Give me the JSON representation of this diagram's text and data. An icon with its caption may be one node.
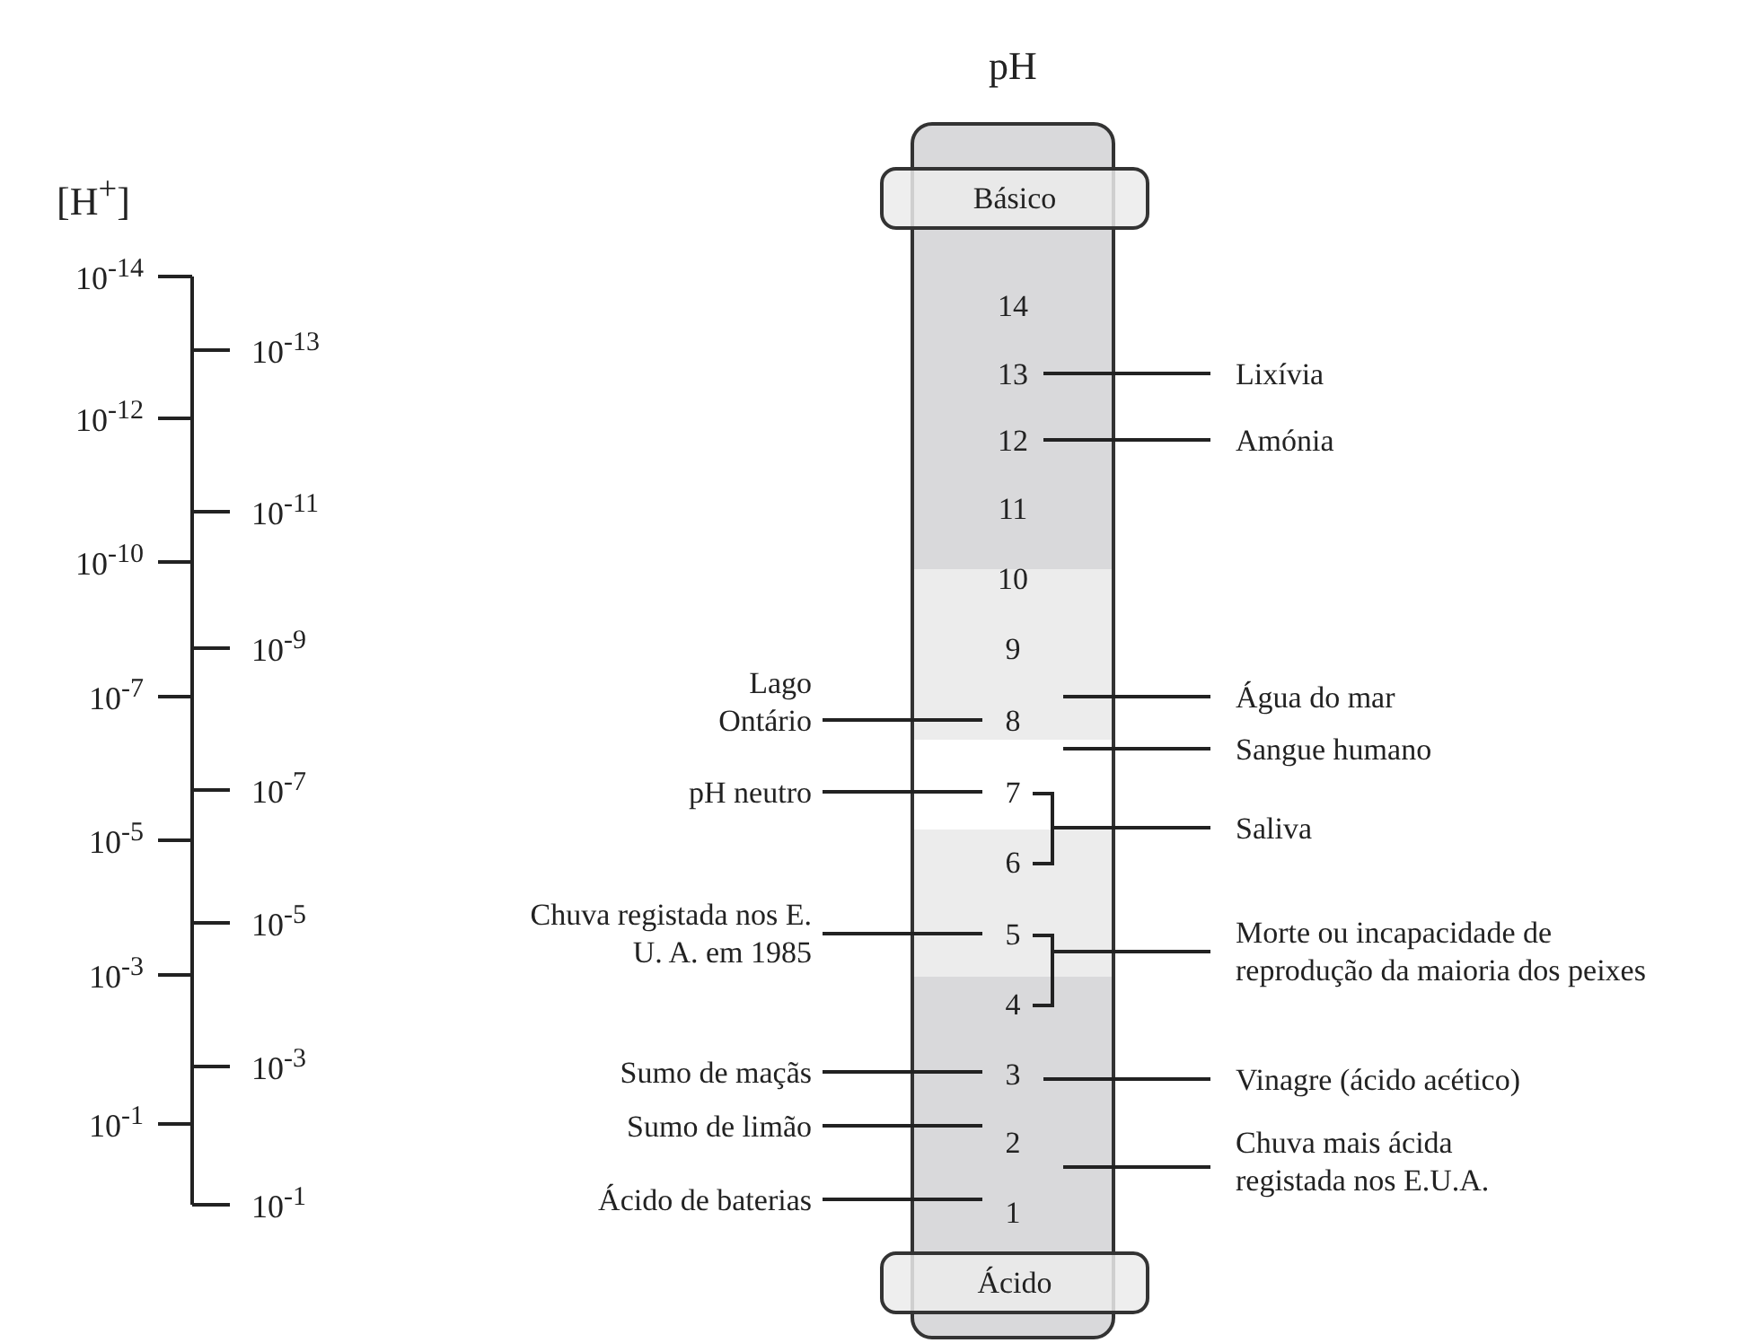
{
  "diagram": {
    "title": "pH",
    "nodes": [
      {
        "text": [],
        "shape": "bar"
      },
      {
        "text": [
          "Básico"
        ]
      },
      {
        "text": [
          "14"
        ],
        "in": 0
      },
      {
        "text": [
          "13"
        ],
        "in": 0
      },
      {
        "text": [
          "12"
        ],
        "in": 0
      },
      {
        "text": [
          "11"
        ],
        "in": 0
      },
      {
        "text": [
          "10"
        ],
        "in": 0
      },
      {
        "text": [
          "9"
        ],
        "in": 0
      },
      {
        "text": [
          "8"
        ],
        "in": 0
      },
      {
        "text": [
          "7"
        ],
        "in": 0
      },
      {
        "text": [
          "6"
        ],
        "in": 0
      },
      {
        "text": [
          "5"
        ],
        "in": 0
      },
      {
        "text": [
          "4"
        ],
        "in": 0
      },
      {
        "text": [
          "3"
        ],
        "in": 0
      },
      {
        "text": [
          "2"
        ],
        "in": 0
      },
      {
        "text": [
          "1"
        ],
        "in": 0
      },
      {
        "text": [
          "Ácido"
        ]
      },
      {
        "text": [
          "Lixívia"
        ]
      },
      {
        "text": [
          "Amónia"
        ]
      },
      {
        "text": [
          "Água do mar"
        ]
      },
      {
        "text": [
          "Sangue humano"
        ]
      },
      {
        "text": [
          "Saliva"
        ]
      },
      {
        "text": [
          "Morte ou incapacidade de reprodução da maioria dos peixes"
        ]
      },
      {
        "text": [
          "Vinagre (ácido acético)"
        ]
      },
      {
        "text": [
          "Chuva mais ácida registada nos E.U.A."
        ]
      },
      {
        "text": [
          "Lago Ontário"
        ]
      },
      {
        "text": [
          "pH neutro"
        ]
      },
      {
        "text": [
          "Chuva registada nos E. U. A. em 1985"
        ]
      },
      {
        "text": [
          "Sumo de maçãs"
        ]
      },
      {
        "text": [
          "Sumo de limão"
        ]
      },
      {
        "text": [
          "Ácido de baterias"
        ]
      }
    ],
    "edges": [
      {
        "from": 17,
        "to": 3,
        "arrow": "none"
      },
      {
        "from": 18,
        "to": 4,
        "arrow": "none"
      },
      {
        "from": 19,
        "to": null,
        "arrow": "none"
      },
      {
        "from": 20,
        "to": null,
        "arrow": "none"
      },
      {
        "from": 21,
        "to": 9,
        "arrow": "none"
      },
      {
        "from": 21,
        "to": 10,
        "arrow": "none"
      },
      {
        "from": 22,
        "to": 11,
        "arrow": "none"
      },
      {
        "from": 22,
        "to": 12,
        "arrow": "none"
      },
      {
        "from": 23,
        "to": 13,
        "arrow": "none"
      },
      {
        "from": 24,
        "to": null,
        "arrow": "none"
      },
      {
        "from": 25,
        "to": 8,
        "arrow": "none"
      },
      {
        "from": 26,
        "to": 9,
        "arrow": "none"
      },
      {
        "from": 27,
        "to": 11,
        "arrow": "none"
      },
      {
        "from": 28,
        "to": 13,
        "arrow": "none"
      },
      {
        "from": 29,
        "to": 14,
        "arrow": "none"
      },
      {
        "from": 30,
        "to": 15,
        "arrow": "none"
      }
    ],
    "labels": [
      "[H$^{+}$]",
      "10$^{-14}$",
      "10$^{-13}$",
      "10$^{-12}$",
      "10$^{-11}$",
      "10$^{-10}$",
      "10$^{-9}$",
      "10$^{-7}$",
      "10$^{-7}$",
      "10$^{-5}$",
      "10$^{-5}$",
      "10$^{-3}$",
      "10$^{-3}$",
      "10$^{-1}$",
      "10$^{-1}$"
    ]
  }
}
